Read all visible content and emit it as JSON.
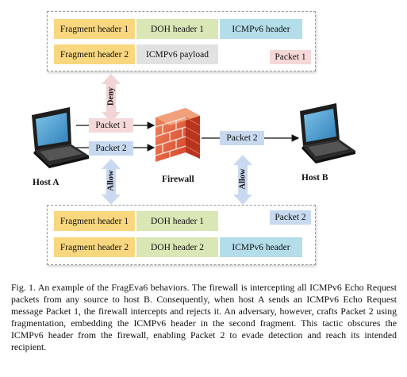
{
  "top_group": {
    "row1": [
      "Fragment header 1",
      "DOH header 1",
      "ICMPv6 header"
    ],
    "row2": [
      "Fragment header 2",
      "ICMPv6 payload"
    ],
    "tag": "Packet 1"
  },
  "bottom_group": {
    "row1": [
      "Fragment header 1",
      "DOH header 1"
    ],
    "row2": [
      "Fragment header 2",
      "DOH header 2",
      "ICMPv6 header"
    ],
    "tag": "Packet 2"
  },
  "arrows": {
    "deny": "Deny",
    "allow_left": "Allow",
    "allow_right": "Allow",
    "packet1": "Packet 1",
    "packet2_left": "Packet 2",
    "packet2_right": "Packet 2"
  },
  "labels": {
    "host_a": "Host A",
    "firewall": "Firewall",
    "host_b": "Host B"
  },
  "caption": "Fig. 1.  An example of the FragEva6 behaviors. The firewall is intercepting all ICMPv6 Echo Request packets from any source to host B. Consequently, when host A sends an ICMPv6 Echo Request message Packet 1, the firewall intercepts and rejects it. An adversary, however, crafts Packet 2 using fragmentation, embedding the ICMPv6 header in the second fragment. This tactic obscures the ICMPv6 header from the firewall, enabling Packet 2 to evade detection and reach its intended recipient.",
  "colors": {
    "fragment": "#f9d77e",
    "doh": "#d9e6b5",
    "icmp": "#b3dde8",
    "payload": "#e1e1e1",
    "deny": "#f2d4d4",
    "allow": "#c9d9ef",
    "firewall": "#e2583a"
  }
}
